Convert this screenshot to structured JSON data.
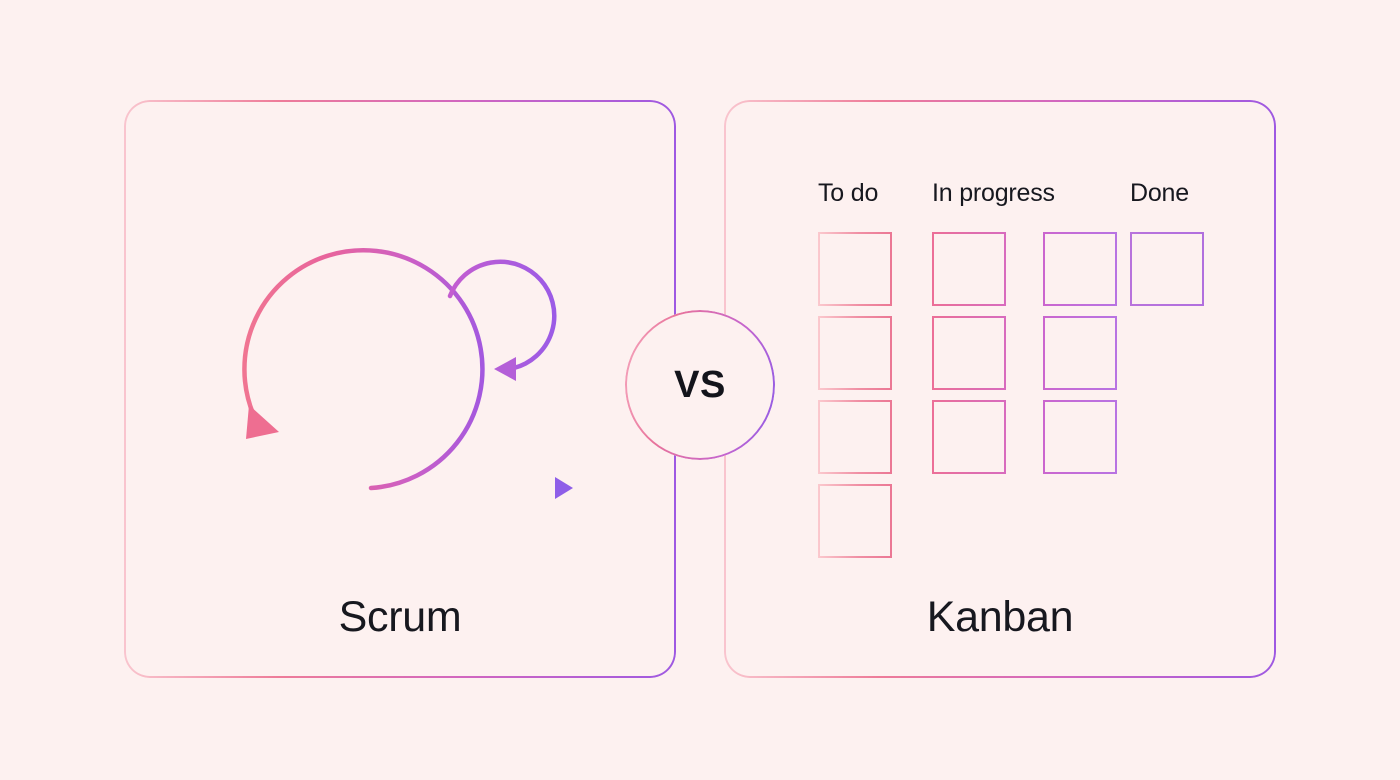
{
  "canvas": {
    "background_color": "#FDF1F0",
    "text_color": "#17181F"
  },
  "comparison": {
    "badge_label": "VS",
    "badge_icon": "vs-circle-icon"
  },
  "left_panel": {
    "label": "Scrum",
    "diagram_icon": "scrum-iteration-loop-icon",
    "accent_start": "#F9C5CE",
    "accent_end": "#9E59E2",
    "elements": [
      {
        "name": "large-sprint-loop",
        "shape": "circle-arc",
        "arrow": "down-right"
      },
      {
        "name": "small-retrospective-loop",
        "shape": "circle-arc",
        "arrow": "left"
      },
      {
        "name": "timeline-arrow",
        "shape": "line",
        "arrow": "right"
      }
    ]
  },
  "right_panel": {
    "label": "Kanban",
    "board": {
      "columns": [
        {
          "header": "To do",
          "card_groups": [
            {
              "tone": "tone-a",
              "count": 4
            }
          ]
        },
        {
          "header": "In progress",
          "card_groups": [
            {
              "tone": "tone-b",
              "count": 3
            },
            {
              "tone": "tone-c",
              "count": 3
            }
          ]
        },
        {
          "header": "Done",
          "card_groups": [
            {
              "tone": "tone-d",
              "count": 1
            }
          ]
        }
      ]
    }
  }
}
